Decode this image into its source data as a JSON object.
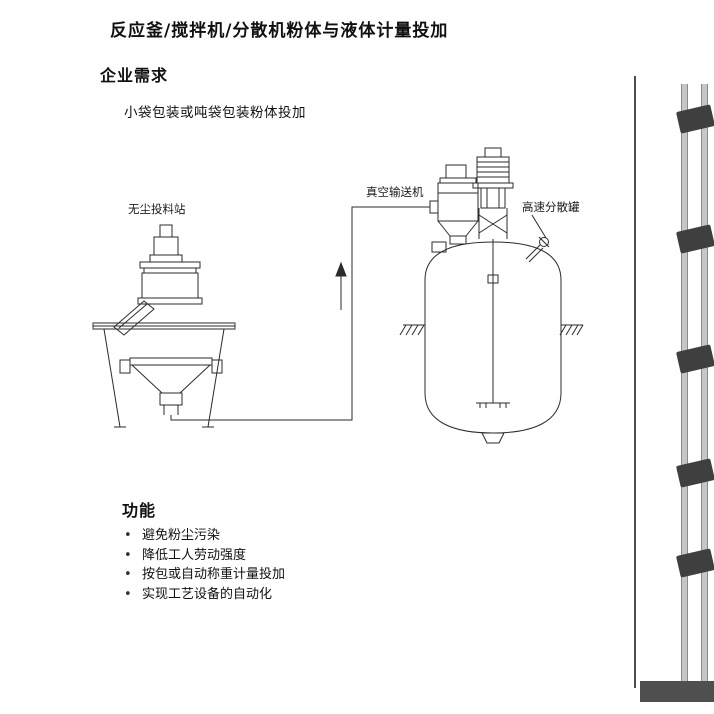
{
  "title": "反应釜/搅拌机/分散机粉体与液体计量投加",
  "sections": {
    "requirement_heading": "企业需求",
    "requirement_detail": "小袋包装或吨袋包装粉体投加"
  },
  "diagram": {
    "labels": {
      "dust_free_feeding_station": "无尘投料站",
      "vacuum_conveyor": "真空输送机",
      "high_speed_dispersing_tank": "高速分散罐"
    }
  },
  "functions": {
    "heading": "功能",
    "bullet": "•",
    "items": [
      "避免粉尘污染",
      "降低工人劳动强度",
      "按包或自动称重计量投加",
      "实现工艺设备的自动化"
    ]
  },
  "colors": {
    "line": "#2b2b2b",
    "divider": "#4d4d4d"
  }
}
